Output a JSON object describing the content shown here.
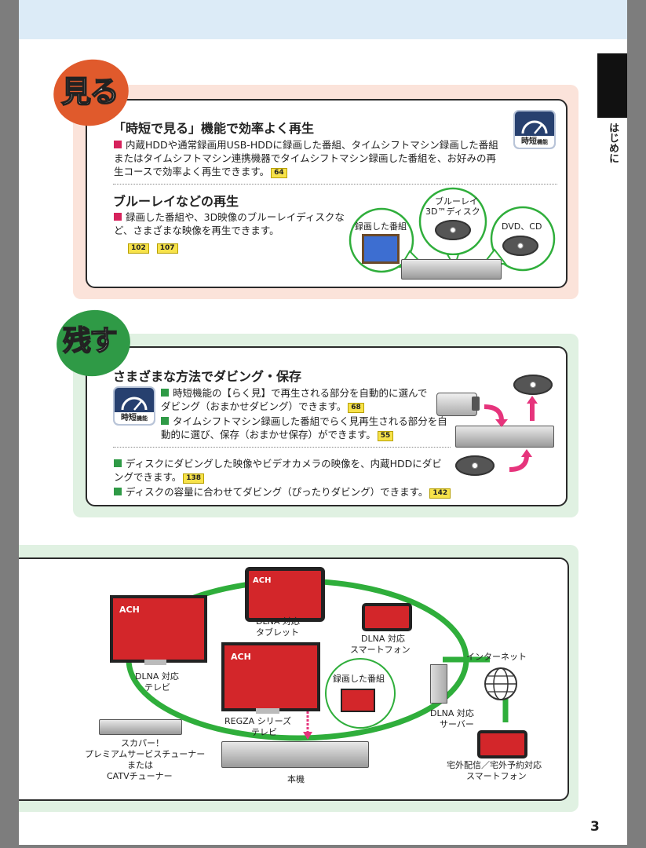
{
  "side_tab": {
    "label": "はじめに"
  },
  "page_number": "3",
  "colors": {
    "watch_panel": "#fbe3da",
    "keep_panel": "#e0f1e2",
    "watch_blob": "#e05a2c",
    "keep_blob": "#2f9a46",
    "bullet_red": "#d6225c",
    "bullet_green": "#2f9a46",
    "connection_line": "#2fae3b"
  },
  "watch": {
    "badge": "見る",
    "section1": {
      "title": "「時短で見る」機能で効率よく再生",
      "text": "内蔵HDDや通常録画用USB-HDDに録画した番組、タイムシフトマシン録画した番組またはタイムシフトマシン連携機器でタイムシフトマシン録画した番組を、お好みの再生コースで効率よく再生できます。",
      "ref": "64",
      "icon_label": "時短",
      "icon_sub": "機能"
    },
    "section2": {
      "title": "ブルーレイなどの再生",
      "text": "録画した番組や、3D映像のブルーレイディスクなど、さまざまな映像を再生できます。",
      "refs": [
        "102",
        "107"
      ],
      "bubble_recorded": "録画した番組",
      "bubble_bluray_line1": "ブルーレイ",
      "bubble_bluray_line2": "3D™ディスク",
      "bubble_dvd": "DVD、CD"
    }
  },
  "keep": {
    "badge": "残す",
    "title": "さまざまな方法でダビング・保存",
    "icon_label": "時短",
    "icon_sub": "機能",
    "bullets": [
      {
        "text": "時短機能の【らく見】で再生される部分を自動的に選んでダビング（おまかせダビング）できます。",
        "ref": "68"
      },
      {
        "text": "タイムシフトマシン録画した番組でらく見再生される部分を自動的に選び、保存（おまかせ保存）ができます。",
        "ref": "55"
      },
      {
        "text": "ディスクにダビングした映像やビデオカメラの映像を、内蔵HDDにダビングできます。",
        "ref": "138"
      },
      {
        "text": "ディスクの容量に合わせてダビング（ぴったりダビング）できます。",
        "ref": "142"
      }
    ]
  },
  "network": {
    "tablet": [
      "DLNA 対応",
      "タブレット"
    ],
    "smartphone": [
      "DLNA 対応",
      "スマートフォン"
    ],
    "internet": "インターネット",
    "dlna_tv": [
      "DLNA 対応",
      "テレビ"
    ],
    "regza_tv": [
      "REGZA シリーズ",
      "テレビ"
    ],
    "recorded_bubble": "録画した番組",
    "server": [
      "DLNA 対応",
      "サーバー"
    ],
    "tuner": [
      "スカパー！",
      "プレミアムサービスチューナー",
      "または",
      "CATVチューナー"
    ],
    "main_unit": "本機",
    "remote_phone": [
      "宅外配信／宅外予約対応",
      "スマートフォン"
    ],
    "channel_mark": "ACH"
  }
}
